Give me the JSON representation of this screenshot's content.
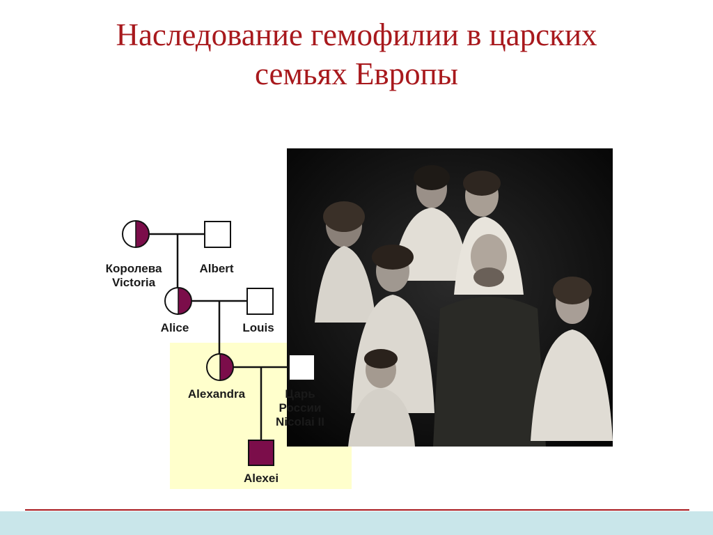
{
  "slide": {
    "title_line1": "Наследование гемофилии в царских",
    "title_line2": "семьях Европы"
  },
  "colors": {
    "title": "#a8191d",
    "affected": "#7b0d4a",
    "highlight": "#ffffcc",
    "footer": "#c9e6ea"
  },
  "pedigree": {
    "victoria": {
      "name_line1": "Королева",
      "name_line2": "Victoria",
      "sex": "female",
      "status": "carrier"
    },
    "albert": {
      "name": "Albert",
      "sex": "male",
      "status": "unaffected"
    },
    "alice": {
      "name": "Alice",
      "sex": "female",
      "status": "carrier"
    },
    "louis": {
      "name": "Louis",
      "sex": "male",
      "status": "unaffected"
    },
    "alexandra": {
      "name": "Alexandra",
      "sex": "female",
      "status": "carrier"
    },
    "nicolai": {
      "name_line1": "Царь",
      "name_line2": "России",
      "name_line3": "Nicolai II",
      "sex": "male",
      "status": "unaffected"
    },
    "alexei": {
      "name": "Alexei",
      "sex": "male",
      "status": "affected"
    }
  }
}
